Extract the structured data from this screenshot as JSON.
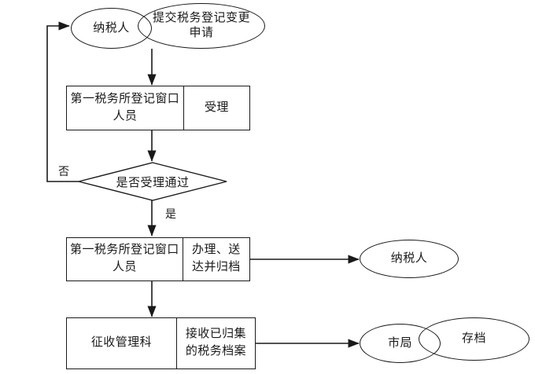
{
  "diagram": {
    "type": "flowchart",
    "title_text": "",
    "orientation": "top-to-bottom",
    "line_color": "#1a1a1a",
    "background_color": "#ffffff",
    "nodes": {
      "taxpayer_start": {
        "shape": "ellipse",
        "label": "纳税人"
      },
      "submit_application": {
        "shape": "ellipse",
        "label": "提交税务登记变更申请"
      },
      "first_office_clerk_1": {
        "shape": "process-box",
        "left_label": "第一税务所登记窗口人员",
        "right_label": "受理"
      },
      "decision_accept": {
        "shape": "diamond",
        "label": "是否受理通过"
      },
      "first_office_clerk_2": {
        "shape": "process-box",
        "left_label": "第一税务所登记窗口人员",
        "right_label": "办理、送达并归档"
      },
      "taxpayer_end": {
        "shape": "ellipse",
        "label": "纳税人"
      },
      "collection_admin": {
        "shape": "process-box",
        "left_label": "征收管理科",
        "right_label": "接收已归集的税务档案"
      },
      "city_bureau": {
        "shape": "ellipse",
        "label": "市局"
      },
      "archive": {
        "shape": "ellipse",
        "label": "存档"
      }
    },
    "edge_labels": {
      "no_branch": "否",
      "yes_branch": "是"
    }
  }
}
